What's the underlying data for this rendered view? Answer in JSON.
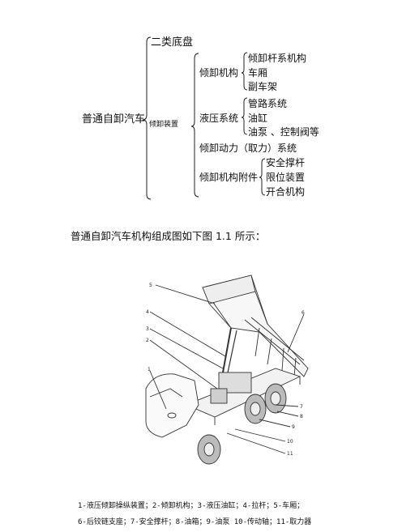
{
  "tree": {
    "root": "普通自卸汽车",
    "chassis": "二类底盘",
    "dump_device": "倾卸装置",
    "mechanism": {
      "label": "倾卸机构",
      "children": [
        "倾卸杆系机构",
        "车厢",
        "副车架"
      ]
    },
    "hydraulic": {
      "label": "液压系统",
      "children": [
        "管路系统",
        "油缸",
        "油泵 、控制阀等"
      ]
    },
    "power": "倾卸动力（取力）系统",
    "accessory": {
      "label": "倾卸机构附件",
      "children": [
        "安全撑杆",
        "限位装置",
        "开合机构"
      ]
    }
  },
  "intro": "普通自卸汽车机构组成图如下图 1.1 所示：",
  "figure": {
    "labels": [
      "5",
      "4",
      "3",
      "2",
      "1",
      "6",
      "7",
      "8",
      "9",
      "10",
      "11"
    ]
  },
  "caption": {
    "line1": "1-液压倾卸操纵装置；2-倾卸机构；3-液压油缸；4-拉杆；5-车厢；",
    "line2": "6-后铰链支座；7-安全撑杆；8-油箱；9-油泵 10-传动轴；11-取力器"
  }
}
